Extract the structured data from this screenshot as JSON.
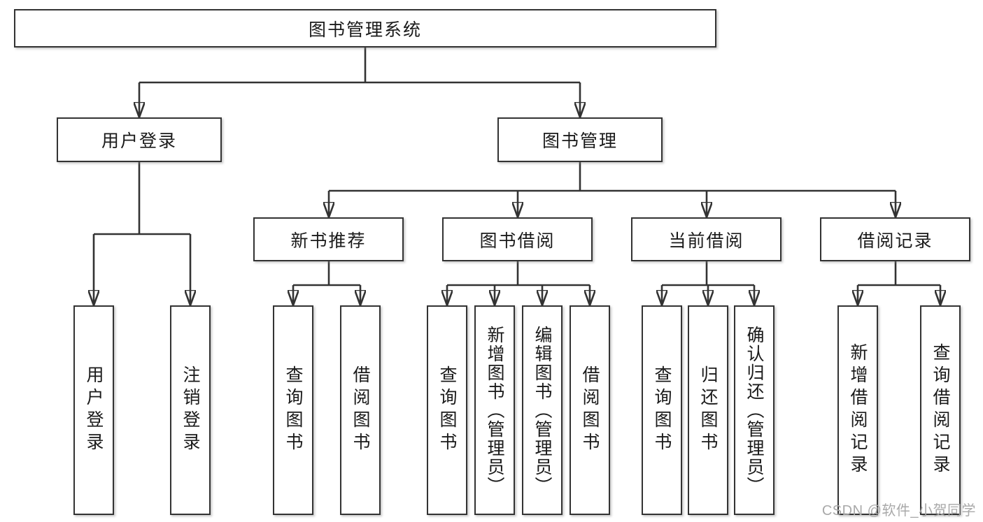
{
  "title": {
    "label": "图书管理系统"
  },
  "level2": [
    {
      "label": "用户登录"
    },
    {
      "label": "图书管理"
    }
  ],
  "level3": [
    {
      "label": "新书推荐",
      "parent": "图书管理"
    },
    {
      "label": "图书借阅",
      "parent": "图书管理"
    },
    {
      "label": "当前借阅",
      "parent": "图书管理"
    },
    {
      "label": "借阅记录",
      "parent": "图书管理"
    }
  ],
  "leaves": [
    {
      "label": "用户登录",
      "parent": "用户登录"
    },
    {
      "label": "注销登录",
      "parent": "用户登录"
    },
    {
      "label": "查询图书",
      "parent": "新书推荐"
    },
    {
      "label": "借阅图书",
      "parent": "新书推荐"
    },
    {
      "label": "查询图书",
      "parent": "图书借阅"
    },
    {
      "label": "新增图书（管理员）",
      "parent": "图书借阅"
    },
    {
      "label": "编辑图书（管理员）",
      "parent": "图书借阅"
    },
    {
      "label": "借阅图书",
      "parent": "图书借阅"
    },
    {
      "label": "查询图书",
      "parent": "当前借阅"
    },
    {
      "label": "归还图书",
      "parent": "当前借阅"
    },
    {
      "label": "确认归还（管理员）",
      "parent": "当前借阅"
    },
    {
      "label": "新增借阅记录",
      "parent": "借阅记录"
    },
    {
      "label": "查询借阅记录",
      "parent": "借阅记录"
    }
  ],
  "watermark": "CSDN @软件_小贺同学",
  "colors": {
    "line": "#333333",
    "box_border": "#333333",
    "box_fill": "#ffffff",
    "text": "#1a1a1a",
    "background": "#ffffff",
    "watermark": "#a9a9a9"
  }
}
